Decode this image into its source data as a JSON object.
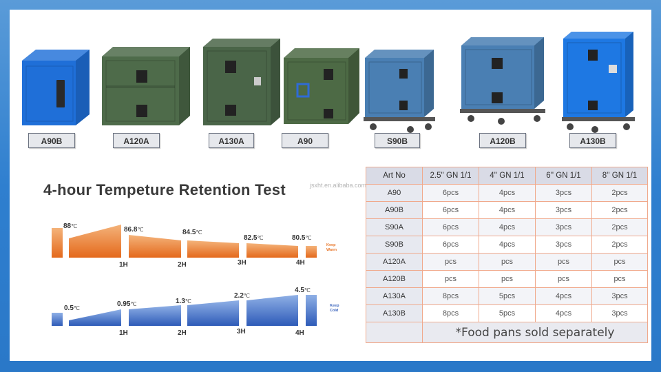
{
  "products": [
    {
      "label": "A90B",
      "color": "#1f6fd8"
    },
    {
      "label": "A120A",
      "color": "#4e6b4a"
    },
    {
      "label": "A130A",
      "color": "#4a6548"
    },
    {
      "label": "A90",
      "color": "#4d6a45"
    },
    {
      "label": "S90B",
      "color": "#4a7fb3"
    },
    {
      "label": "A120B",
      "color": "#4a7fb3"
    },
    {
      "label": "A130B",
      "color": "#1e78e3"
    }
  ],
  "chart": {
    "title": "4-hour Tempeture Retention Test",
    "watermark": "jsxht.en.alibaba.com",
    "unit": "℃",
    "warm": {
      "label_line1": "Keep",
      "label_line2": "Warm",
      "color": "#e8762a",
      "points": [
        {
          "value": "88",
          "time": ""
        },
        {
          "value": "86.8",
          "time": "1H"
        },
        {
          "value": "84.5",
          "time": "2H"
        },
        {
          "value": "82.5",
          "time": "3H"
        },
        {
          "value": "80.5",
          "time": "4H"
        }
      ]
    },
    "cold": {
      "label_line1": "Keep",
      "label_line2": "Cold",
      "color": "#3b64bd",
      "points": [
        {
          "value": "0.5",
          "time": ""
        },
        {
          "value": "0.95",
          "time": "1H"
        },
        {
          "value": "1.3",
          "time": "2H"
        },
        {
          "value": "2.2",
          "time": "3H"
        },
        {
          "value": "4.5",
          "time": "4H"
        }
      ]
    }
  },
  "table": {
    "headers": [
      "Art No",
      "2.5'' GN 1/1",
      "4'' GN 1/1",
      "6'' GN 1/1",
      "8'' GN 1/1"
    ],
    "rows": [
      [
        "A90",
        "6pcs",
        "4pcs",
        "3pcs",
        "2pcs"
      ],
      [
        "A90B",
        "6pcs",
        "4pcs",
        "3pcs",
        "2pcs"
      ],
      [
        "S90A",
        "6pcs",
        "4pcs",
        "3pcs",
        "2pcs"
      ],
      [
        "S90B",
        "6pcs",
        "4pcs",
        "3pcs",
        "2pcs"
      ],
      [
        "A120A",
        "pcs",
        "pcs",
        "pcs",
        "pcs"
      ],
      [
        "A120B",
        "pcs",
        "pcs",
        "pcs",
        "pcs"
      ],
      [
        "A130A",
        "8pcs",
        "5pcs",
        "4pcs",
        "3pcs"
      ],
      [
        "A130B",
        "8pcs",
        "5pcs",
        "4pcs",
        "3pcs"
      ]
    ],
    "note": "*Food pans sold separately"
  }
}
